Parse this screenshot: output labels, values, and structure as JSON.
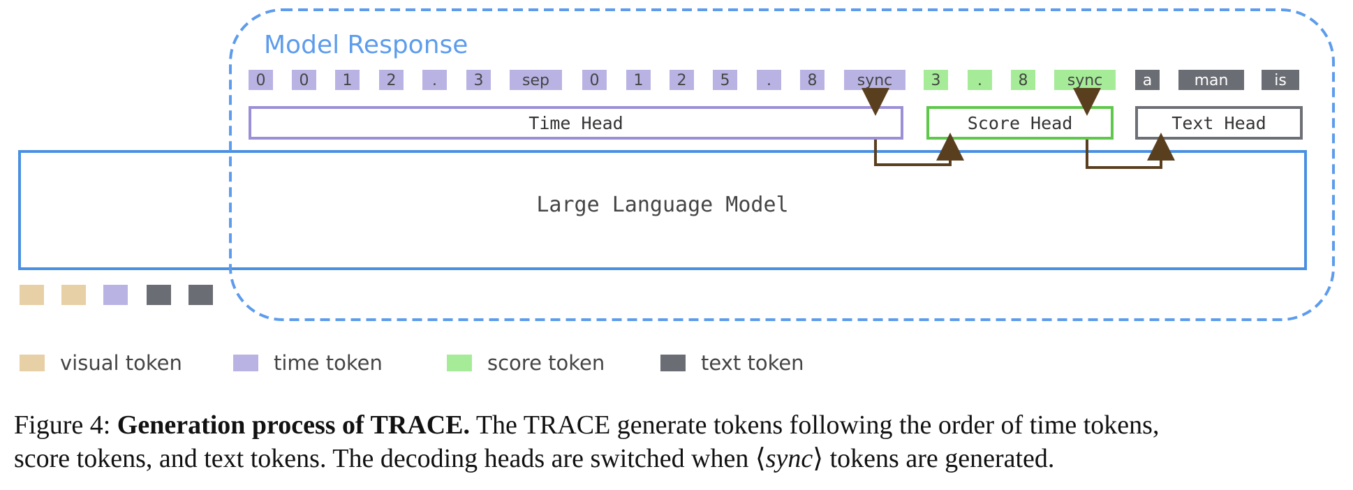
{
  "colors": {
    "blue": "#4a90e2",
    "light_blue": "#5d9cec",
    "visual": "#e8d0a6",
    "time": "#b9b3e4",
    "score": "#a6ec98",
    "text": "#6b6d74",
    "time_head_border": "#9b8fd6",
    "score_head_border": "#5ec84a",
    "text_head_border": "#6d6f76",
    "arrow": "#5a3f1f"
  },
  "diagram": {
    "response_label": "Model Response",
    "llm_label": "Large Language Model",
    "heads": {
      "time": "Time Head",
      "score": "Score Head",
      "text": "Text Head"
    },
    "response_tokens": [
      {
        "label": "0",
        "kind": "time"
      },
      {
        "label": "0",
        "kind": "time"
      },
      {
        "label": "1",
        "kind": "time"
      },
      {
        "label": "2",
        "kind": "time"
      },
      {
        "label": ".",
        "kind": "time"
      },
      {
        "label": "3",
        "kind": "time"
      },
      {
        "label": "sep",
        "kind": "time"
      },
      {
        "label": "0",
        "kind": "time"
      },
      {
        "label": "1",
        "kind": "time"
      },
      {
        "label": "2",
        "kind": "time"
      },
      {
        "label": "5",
        "kind": "time"
      },
      {
        "label": ".",
        "kind": "time"
      },
      {
        "label": "8",
        "kind": "time"
      },
      {
        "label": "sync",
        "kind": "time"
      },
      {
        "label": "3",
        "kind": "score"
      },
      {
        "label": ".",
        "kind": "score"
      },
      {
        "label": "8",
        "kind": "score"
      },
      {
        "label": "sync",
        "kind": "score"
      },
      {
        "label": "a",
        "kind": "text"
      },
      {
        "label": "man",
        "kind": "text"
      },
      {
        "label": "is",
        "kind": "text"
      }
    ],
    "input_tokens": [
      "visual",
      "visual",
      "time",
      "text",
      "text"
    ]
  },
  "legend": [
    {
      "kind": "visual",
      "label": "visual token"
    },
    {
      "kind": "time",
      "label": "time token"
    },
    {
      "kind": "score",
      "label": "score token"
    },
    {
      "kind": "text",
      "label": "text token"
    }
  ],
  "caption": {
    "prefix": "Figure 4: ",
    "title": "Generation process of TRACE.",
    "line1_rest": " The TRACE generate tokens following the order of time tokens,",
    "line2_a": "score tokens, and text tokens. The decoding heads are switched when ",
    "sync_word": "sync",
    "line2_b": " tokens are generated."
  }
}
